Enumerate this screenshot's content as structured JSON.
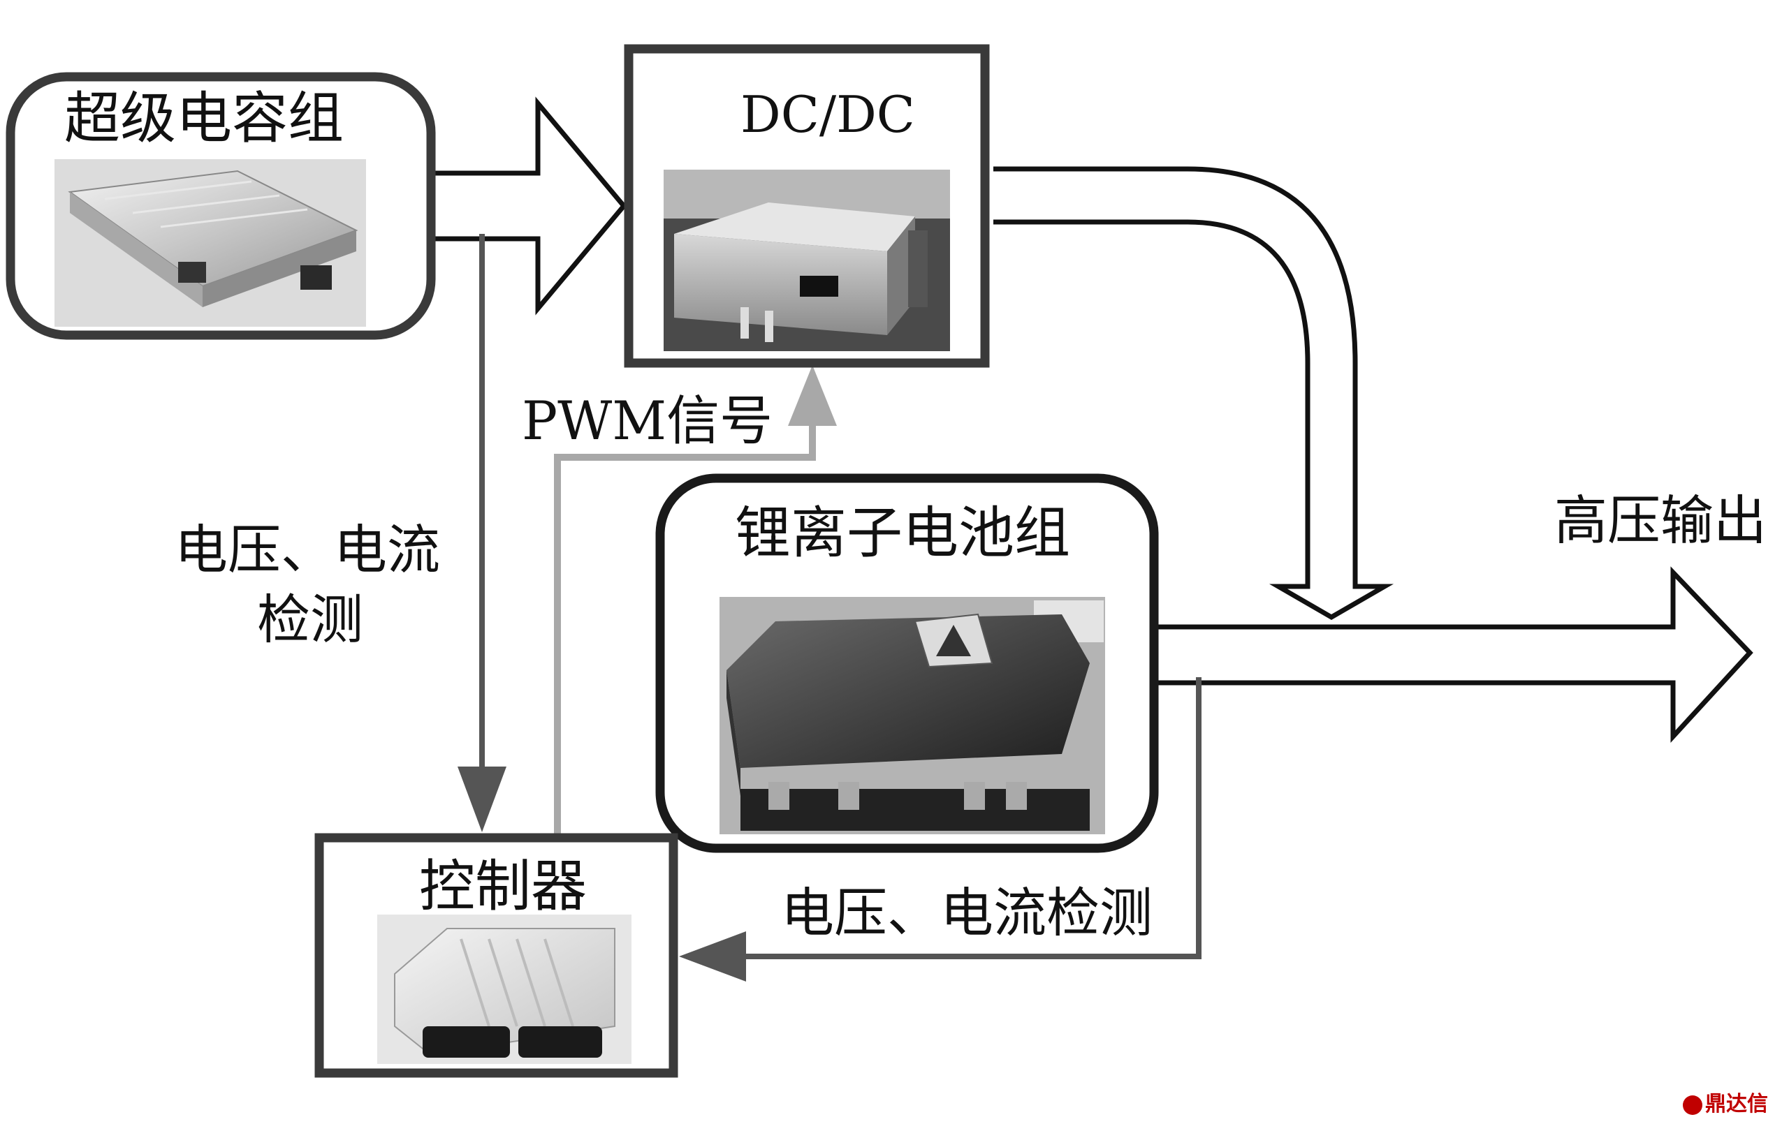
{
  "nodes": {
    "supercap": {
      "title": "超级电容组",
      "image_icon": "supercapacitor-module-photo"
    },
    "dcdc": {
      "title": "DC/DC",
      "image_icon": "dcdc-converter-photo"
    },
    "battery": {
      "title": "锂离子电池组",
      "image_icon": "lithium-battery-pack-photo"
    },
    "controller": {
      "title": "控制器",
      "image_icon": "controller-unit-photo"
    }
  },
  "labels": {
    "pwm": "PWM信号",
    "supercap_detect_line1": "电压、电流",
    "supercap_detect_line2": "检测",
    "battery_detect": "电压、电流检测",
    "hv_output": "高压输出"
  },
  "watermark": "鼎达信",
  "colors": {
    "box_border": "#3a3a3a",
    "arrow_stroke": "#111111",
    "signal_dark": "#555555",
    "signal_light": "#a8a8a8",
    "watermark": "#c00000"
  }
}
